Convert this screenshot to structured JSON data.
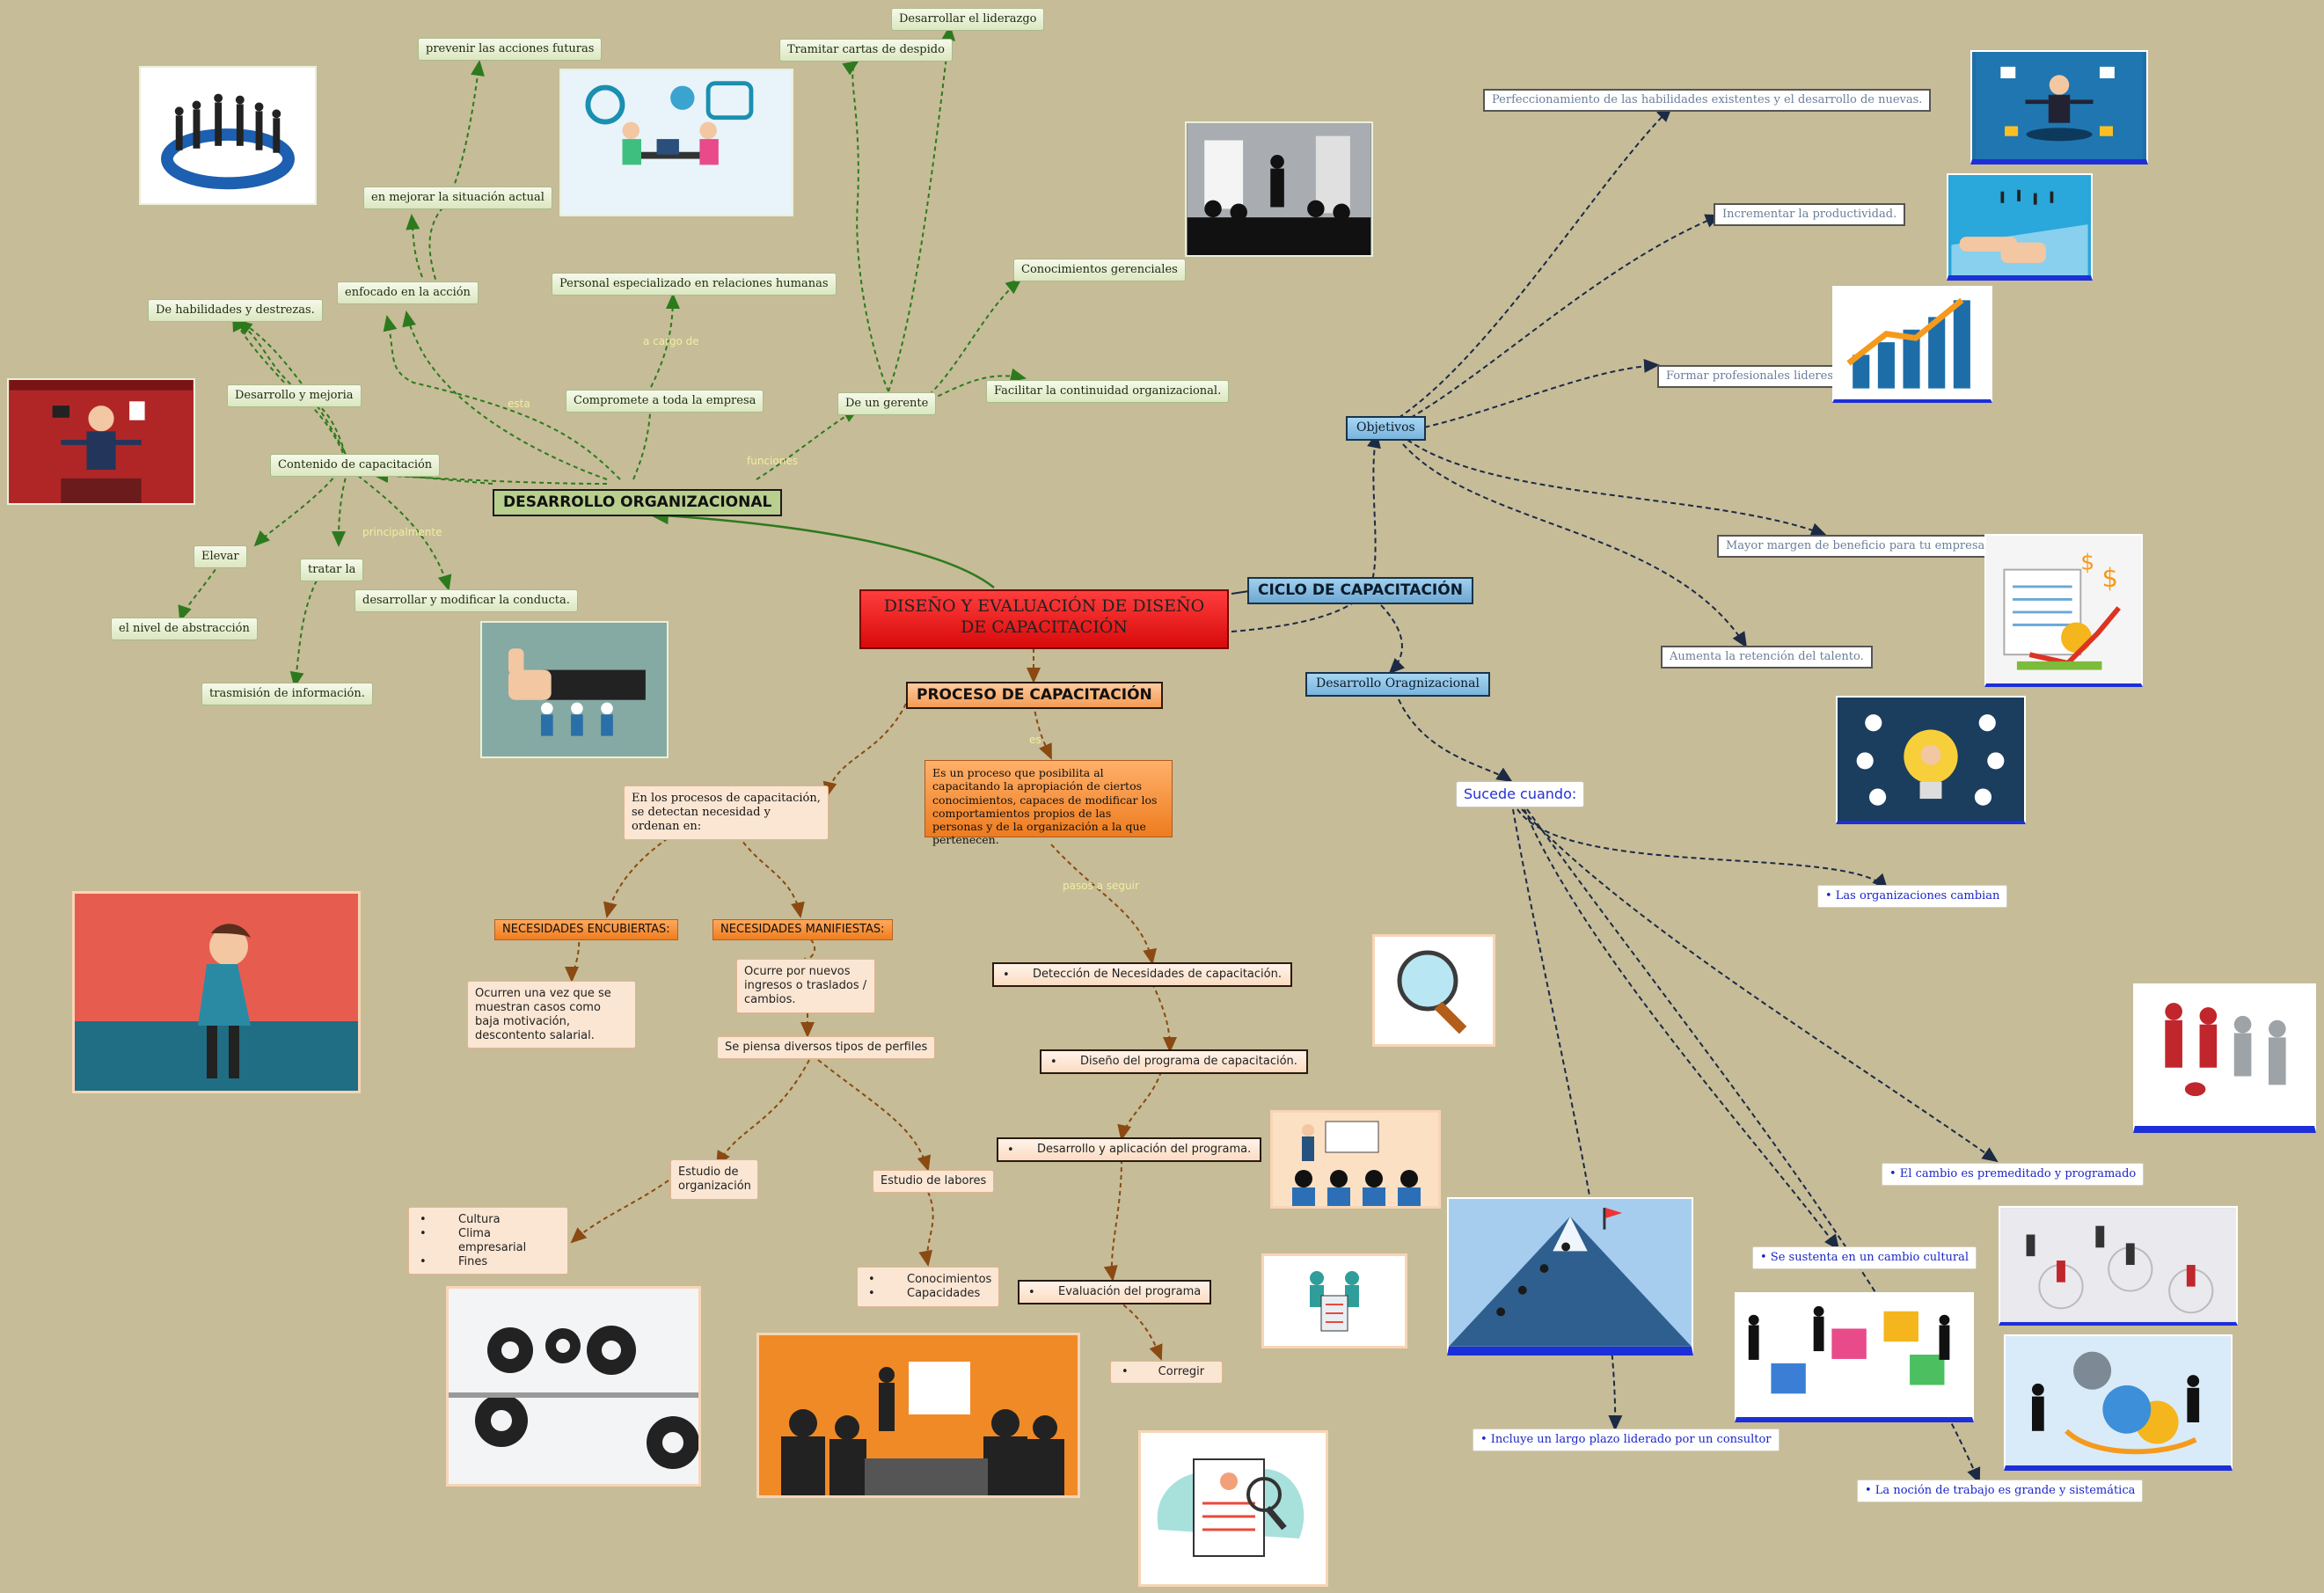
{
  "root": "DISEÑO Y EVALUACIÓN DE DISEÑO DE CAPACITACIÓN",
  "desarrollo": {
    "title": "DESARROLLO ORGANIZACIONAL",
    "prevenir": "prevenir las acciones futuras",
    "mejorar": "en mejorar la situación actual",
    "enfocado": "enfocado en la acción",
    "habilidades": "De habilidades y destrezas.",
    "desarrollo_mejoria": "Desarrollo y mejoria",
    "contenido": "Contenido de capacitación",
    "elevar": "Elevar",
    "abstraccion": "el nivel de abstracción",
    "tratar": "tratar la",
    "trasmision": "trasmisión de información.",
    "conducta": "desarrollar y modificar la conducta.",
    "personal": "Personal especializado en relaciones humanas",
    "compromete": "Compromete a toda la empresa",
    "gerente": "De un gerente",
    "despido": "Tramitar cartas de despido",
    "liderazgo": "Desarrollar el liderazgo",
    "conocimientos": "Conocimientos gerenciales",
    "continuidad": "Facilitar la continuidad organizacional.",
    "lbl_esta": "esta",
    "lbl_cargo": "a cargo de",
    "lbl_funciones": "funciones",
    "lbl_principalmente": "principalmente"
  },
  "ciclo": {
    "title": "CICLO DE CAPACITACIÓN",
    "objetivos": "Objetivos",
    "obj1": "Perfeccionamiento de las habilidades existentes y el desarrollo de nuevas.",
    "obj2": "Incrementar la productividad.",
    "obj3": "Formar profesionales lideres.",
    "obj4": "Mayor margen de beneficio para tu empresa.",
    "obj5": "Aumenta la retención del talento.",
    "desarrollo_org": "Desarrollo Oragnizacional",
    "sucede": "Sucede cuando:",
    "s1": "• Las organizaciones cambian",
    "s2": "• El cambio es premeditado y programado",
    "s3": "• Se sustenta en un cambio cultural",
    "s4": "• Incluye un largo plazo liderado por un consultor",
    "s5": "• La noción de trabajo es grande y sistemática"
  },
  "proceso": {
    "title": "PROCESO DE CAPACITACIÓN",
    "lbl_es": "es",
    "descripcion": "Es un proceso que posibilita al capacitando la apropiación de ciertos conocimientos, capaces de modificar los comportamientos propios de las personas y de la organización a la que pertenecen.",
    "intro": "En los procesos de capacitación, se detectan necesidad y ordenan en:",
    "encubiertas": "NECESIDADES ENCUBIERTAS:",
    "encubiertas_text": "Ocurren una vez que se muestran casos como baja motivación, descontento salarial.",
    "manifiestas": "NECESIDADES MANIFIESTAS:",
    "manifiestas_text": "Ocurre por nuevos ingresos o traslados / cambios.",
    "perfiles": "Se piensa diversos tipos de perfiles",
    "estudio_org": "Estudio de organización",
    "org_items": [
      "Cultura",
      "Clima empresarial",
      "Fines"
    ],
    "estudio_lab": "Estudio de labores",
    "lab_items": [
      "Conocimientos",
      "Capacidades"
    ],
    "lbl_pasos": "pasos a seguir",
    "step1": "Detección de Necesidades de capacitación.",
    "step2": "Diseño del programa de capacitación.",
    "step3": "Desarrollo y aplicación del programa.",
    "step4": "Evaluación del programa",
    "step5": "Corregir",
    "bullet": "•"
  },
  "colors": {
    "green_link": "#2d7a1e",
    "navy_link": "#1c2a44",
    "orange_link": "#8a4a12",
    "background": "#c6bc98"
  }
}
